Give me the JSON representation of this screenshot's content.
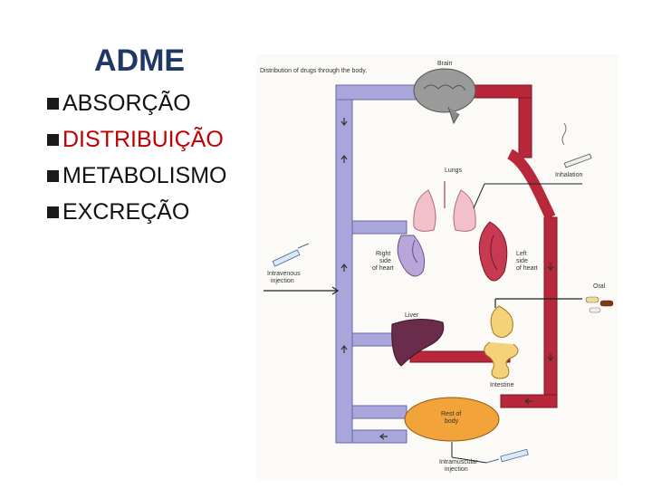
{
  "slide": {
    "title": "ADME",
    "bullets": [
      {
        "text": "ABSORÇÃO",
        "color": "#111111"
      },
      {
        "text": "DISTRIBUIÇÃO",
        "color": "#c00000"
      },
      {
        "text": "METABOLISMO",
        "color": "#111111"
      },
      {
        "text": "EXCREÇÃO",
        "color": "#111111"
      }
    ]
  },
  "diagram": {
    "title": "Distribution of drugs through the body.",
    "labels": {
      "brain": "Brain",
      "lungs": "Lungs",
      "inhalation": "Inhalation",
      "right_heart_1": "Right",
      "right_heart_2": "side",
      "right_heart_3": "of heart",
      "left_heart_1": "Left",
      "left_heart_2": "side",
      "left_heart_3": "of heart",
      "iv_1": "Intravenous",
      "iv_2": "injection",
      "oral": "Oral",
      "liver": "Liver",
      "intestine": "Intestine",
      "rest_1": "Rest of",
      "rest_2": "body",
      "im_1": "Intramuscular",
      "im_2": "injection"
    },
    "colors": {
      "venous": "#a9a6dc",
      "arterial": "#b8283a",
      "liver": "#6b2b4a",
      "rest_of_body": "#f2a33a",
      "intestine": "#f3d27a",
      "brain": "#9a9a9a",
      "lungs": "#f2c0c8"
    }
  }
}
